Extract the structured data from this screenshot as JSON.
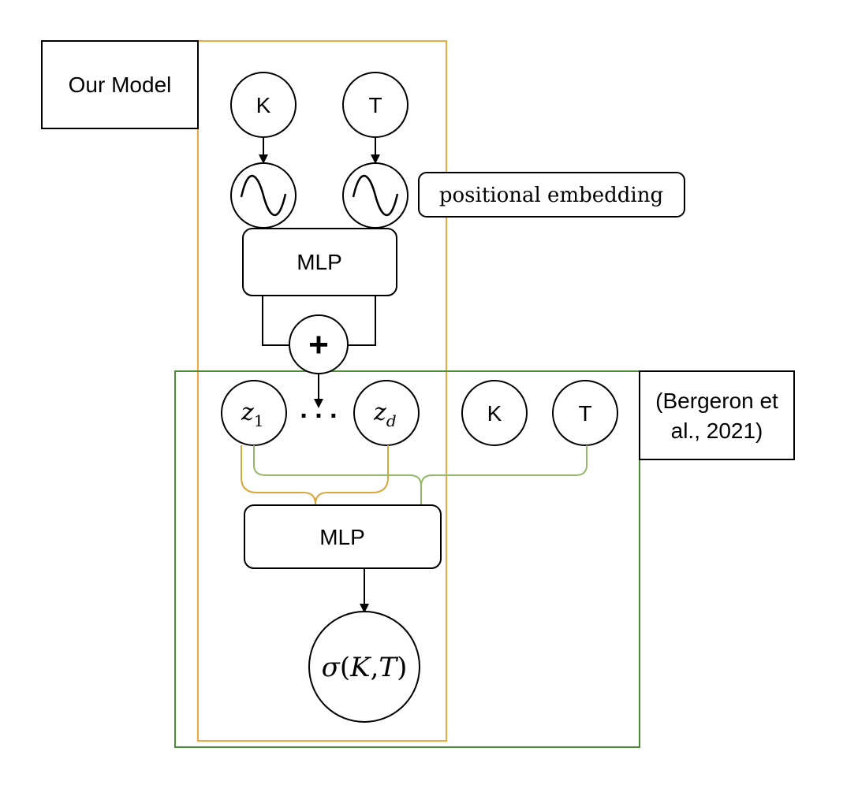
{
  "our_model": {
    "label": "Our Model",
    "frame_color": "#f0a742"
  },
  "bergeron": {
    "label_line1": "(Bergeron et",
    "label_line2": "al., 2021)",
    "frame_color": "#4b8c34"
  },
  "inputs": {
    "k_label": "K",
    "t_label": "T"
  },
  "positional_embedding": {
    "label": "positional embedding",
    "icon": "sine-wave-icon"
  },
  "mlp_top": {
    "label": "MLP"
  },
  "plus": {
    "symbol": "+"
  },
  "latent": {
    "z_first": "z",
    "z_first_sub": "1",
    "ellipsis": ". . .",
    "z_last": "z",
    "z_last_sub": "d"
  },
  "bergeron_inputs": {
    "k_label": "K",
    "t_label": "T"
  },
  "mlp_bottom": {
    "label": "MLP"
  },
  "output": {
    "sigma": "σ",
    "open_paren": "(",
    "k": "K",
    "comma": ",",
    "t": "T",
    "close_paren": ")"
  },
  "colors": {
    "brace_orange": "#d9a63a",
    "brace_green": "#93b86a"
  }
}
